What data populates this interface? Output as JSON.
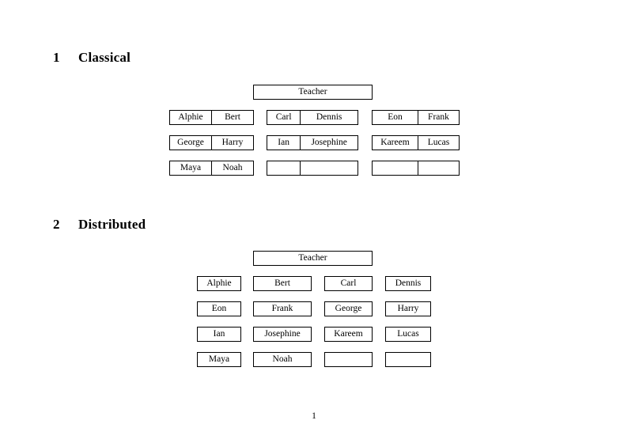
{
  "document": {
    "page_number": "1"
  },
  "sections": [
    {
      "number": "1",
      "title": "Classical",
      "teacher_label": "Teacher",
      "groups": [
        {
          "rows": [
            {
              "first": "Alphie",
              "second": "Bert"
            },
            {
              "first": "George",
              "second": "Harry"
            },
            {
              "first": "Maya",
              "second": "Noah"
            }
          ]
        },
        {
          "rows": [
            {
              "first": "Carl",
              "second": "Dennis"
            },
            {
              "first": "Ian",
              "second": "Josephine"
            },
            {
              "first": "",
              "second": ""
            }
          ]
        },
        {
          "rows": [
            {
              "first": "Eon",
              "second": "Frank"
            },
            {
              "first": "Kareem",
              "second": "Lucas"
            },
            {
              "first": "",
              "second": ""
            }
          ]
        }
      ]
    },
    {
      "number": "2",
      "title": "Distributed",
      "teacher_label": "Teacher",
      "grid": [
        [
          "Alphie",
          "Bert",
          "Carl",
          "Dennis"
        ],
        [
          "Eon",
          "Frank",
          "George",
          "Harry"
        ],
        [
          "Ian",
          "Josephine",
          "Kareem",
          "Lucas"
        ],
        [
          "Maya",
          "Noah",
          "",
          ""
        ]
      ]
    }
  ]
}
